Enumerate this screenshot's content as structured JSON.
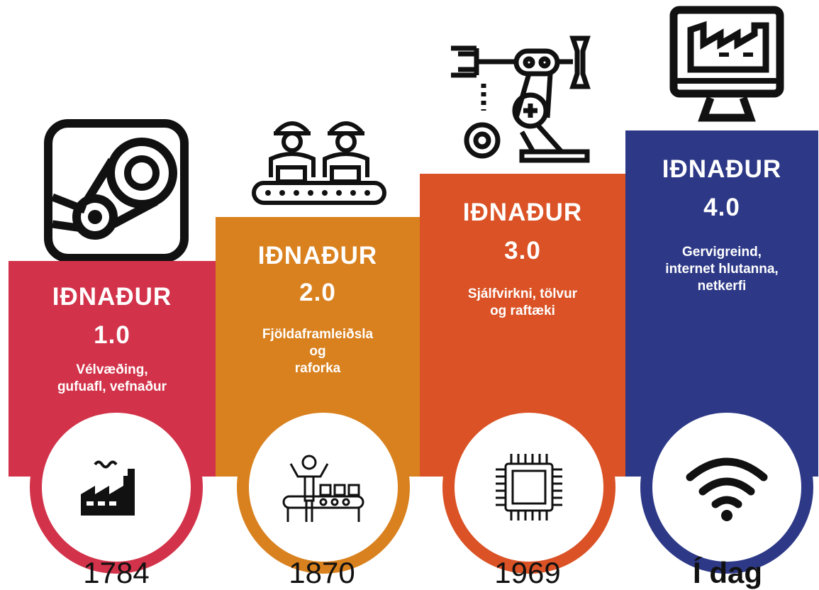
{
  "stages": [
    {
      "title": "IÐNAÐUR",
      "version": "1.0",
      "desc": [
        "Vélvæðing,",
        "gufuafl, vefnaður"
      ],
      "year": "1784",
      "color": "#d2334a",
      "top_icon": "steam-icon",
      "bottom_icon": "factory-icon"
    },
    {
      "title": "IÐNAÐUR",
      "version": "2.0",
      "desc": [
        "Fjöldaframleiðsla",
        "og",
        "raforka"
      ],
      "year": "1870",
      "color": "#d9811f",
      "top_icon": "assembly-workers-icon",
      "bottom_icon": "worker-conveyor-icon"
    },
    {
      "title": "IÐNAÐUR",
      "version": "3.0",
      "desc": [
        "Sjálfvirkni, tölvur",
        "og raftæki"
      ],
      "year": "1969",
      "color": "#da5225",
      "top_icon": "robot-arm-icon",
      "bottom_icon": "microchip-icon"
    },
    {
      "title": "IÐNAÐUR",
      "version": "4.0",
      "desc": [
        "Gervigreind,",
        "internet hlutanna,",
        "netkerfi"
      ],
      "year": "Í dag",
      "color": "#2d3987",
      "top_icon": "smart-factory-monitor-icon",
      "bottom_icon": "wifi-icon"
    }
  ]
}
